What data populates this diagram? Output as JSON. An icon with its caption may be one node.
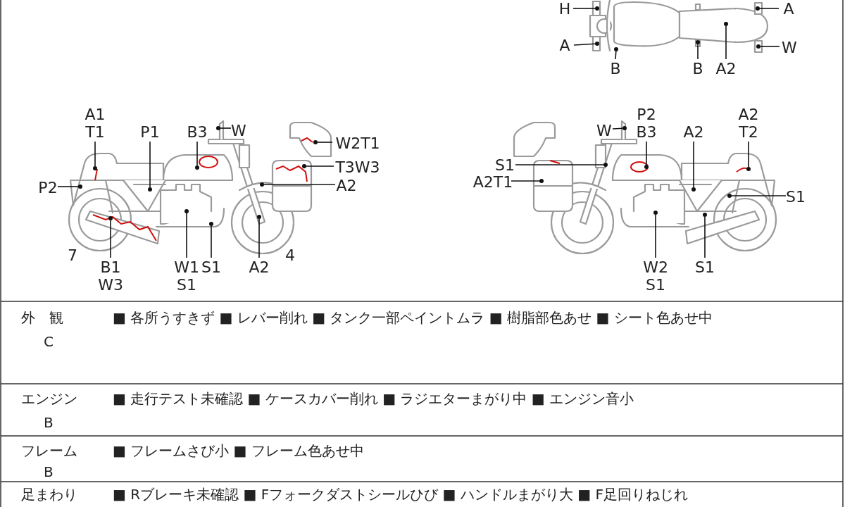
{
  "diagram": {
    "nodes": [
      {
        "text": [
          "H"
        ]
      },
      {
        "text": [
          "A"
        ]
      },
      {
        "text": [
          "A"
        ]
      },
      {
        "text": [
          "W"
        ]
      },
      {
        "text": [
          "B"
        ]
      },
      {
        "text": [
          "B"
        ]
      },
      {
        "text": [
          "A2"
        ]
      },
      {
        "text": [
          "A1 T1"
        ]
      },
      {
        "text": [
          "P1"
        ]
      },
      {
        "text": [
          "B3"
        ]
      },
      {
        "text": [
          "W"
        ]
      },
      {
        "text": [
          "W2T1"
        ]
      },
      {
        "text": [
          "T3W3"
        ]
      },
      {
        "text": [
          "P2"
        ]
      },
      {
        "text": [
          "A2"
        ]
      },
      {
        "text": [
          "B1 W3"
        ]
      },
      {
        "text": [
          "W1 S1"
        ]
      },
      {
        "text": [
          "S1"
        ]
      },
      {
        "text": [
          "A2"
        ]
      },
      {
        "text": [
          "P2 B3"
        ]
      },
      {
        "text": [
          "W"
        ]
      },
      {
        "text": [
          "A2"
        ]
      },
      {
        "text": [
          "A2 T2"
        ]
      },
      {
        "text": [
          "S1"
        ]
      },
      {
        "text": [
          "A2T1"
        ]
      },
      {
        "text": [
          "S1"
        ]
      },
      {
        "text": [
          "W2 S1"
        ]
      },
      {
        "text": [
          "S1"
        ]
      },
      {
        "text": [],
        "shape": "circle"
      },
      {
        "text": [],
        "shape": "circle"
      },
      {
        "text": [],
        "shape": "circle"
      },
      {
        "text": [],
        "shape": "circle"
      },
      {
        "text": [],
        "shape": "circle"
      },
      {
        "text": [],
        "shape": "circle"
      },
      {
        "text": [],
        "shape": "circle"
      },
      {
        "text": [],
        "shape": "circle"
      },
      {
        "text": [],
        "shape": "circle"
      },
      {
        "text": [],
        "shape": "circle"
      },
      {
        "text": [],
        "shape": "circle"
      },
      {
        "text": [],
        "shape": "circle"
      },
      {
        "text": [],
        "shape": "circle"
      },
      {
        "text": [],
        "shape": "circle"
      },
      {
        "text": [],
        "shape": "circle"
      },
      {
        "text": [],
        "shape": "circle"
      },
      {
        "text": [],
        "shape": "circle"
      },
      {
        "text": [],
        "shape": "circle"
      },
      {
        "text": [],
        "shape": "circle"
      },
      {
        "text": [],
        "shape": "circle"
      },
      {
        "text": [],
        "shape": "circle"
      },
      {
        "text": [],
        "shape": "circle"
      },
      {
        "text": [],
        "shape": "circle"
      },
      {
        "text": [],
        "shape": "circle"
      },
      {
        "text": [],
        "shape": "circle"
      },
      {
        "text": [],
        "shape": "circle"
      },
      {
        "text": [],
        "shape": "circle"
      },
      {
        "text": [],
        "shape": "circle"
      }
    ],
    "edges": [
      {
        "from": 0,
        "to": 28,
        "arrow": "none"
      },
      {
        "from": 1,
        "to": 29,
        "arrow": "none"
      },
      {
        "from": 2,
        "to": 30,
        "arrow": "none"
      },
      {
        "from": 3,
        "to": 31,
        "arrow": "none"
      },
      {
        "from": 4,
        "to": 32,
        "arrow": "none"
      },
      {
        "from": 5,
        "to": 33,
        "arrow": "none"
      },
      {
        "from": 6,
        "to": 34,
        "arrow": "none"
      },
      {
        "from": 7,
        "to": 35,
        "arrow": "none"
      },
      {
        "from": 8,
        "to": 36,
        "arrow": "none"
      },
      {
        "from": 9,
        "to": 37,
        "arrow": "none"
      },
      {
        "from": 10,
        "to": 38,
        "arrow": "none"
      },
      {
        "from": 11,
        "to": 39,
        "arrow": "none"
      },
      {
        "from": 12,
        "to": 40,
        "arrow": "none"
      },
      {
        "from": 13,
        "to": 41,
        "arrow": "none"
      },
      {
        "from": 14,
        "to": 42,
        "arrow": "none"
      },
      {
        "from": 15,
        "to": 43,
        "arrow": "none"
      },
      {
        "from": 16,
        "to": 44,
        "arrow": "none"
      },
      {
        "from": 17,
        "to": 45,
        "arrow": "none"
      },
      {
        "from": 18,
        "to": 46,
        "arrow": "none"
      },
      {
        "from": 19,
        "to": 47,
        "arrow": "none"
      },
      {
        "from": 20,
        "to": 48,
        "arrow": "none"
      },
      {
        "from": 21,
        "to": 49,
        "arrow": "none"
      },
      {
        "from": 22,
        "to": 50,
        "arrow": "none"
      },
      {
        "from": 23,
        "to": 51,
        "arrow": "none"
      },
      {
        "from": 24,
        "to": 52,
        "arrow": "none"
      },
      {
        "from": 25,
        "to": 53,
        "arrow": "none"
      },
      {
        "from": 26,
        "to": 54,
        "arrow": "none"
      },
      {
        "from": 27,
        "to": 55,
        "arrow": "none"
      }
    ],
    "labels": [
      "7",
      "4",
      "外　観",
      "C",
      "■ 各所うすきず ■ レバー削れ ■ タンク一部ペイントムラ ■ 樹脂部色あせ ■ シート色あせ中",
      "エンジン",
      "B",
      "■ 走行テスト未確認 ■ ケースカバー削れ ■ ラジエターまがり中 ■ エンジン音小",
      "フレーム",
      "B",
      "■ フレームさび小 ■ フレーム色あせ中",
      "足まわり",
      "■ Rブレーキ未確認 ■ Fフォークダストシールひび ■ ハンドルまがり大 ■ F足回りねじれ"
    ]
  }
}
